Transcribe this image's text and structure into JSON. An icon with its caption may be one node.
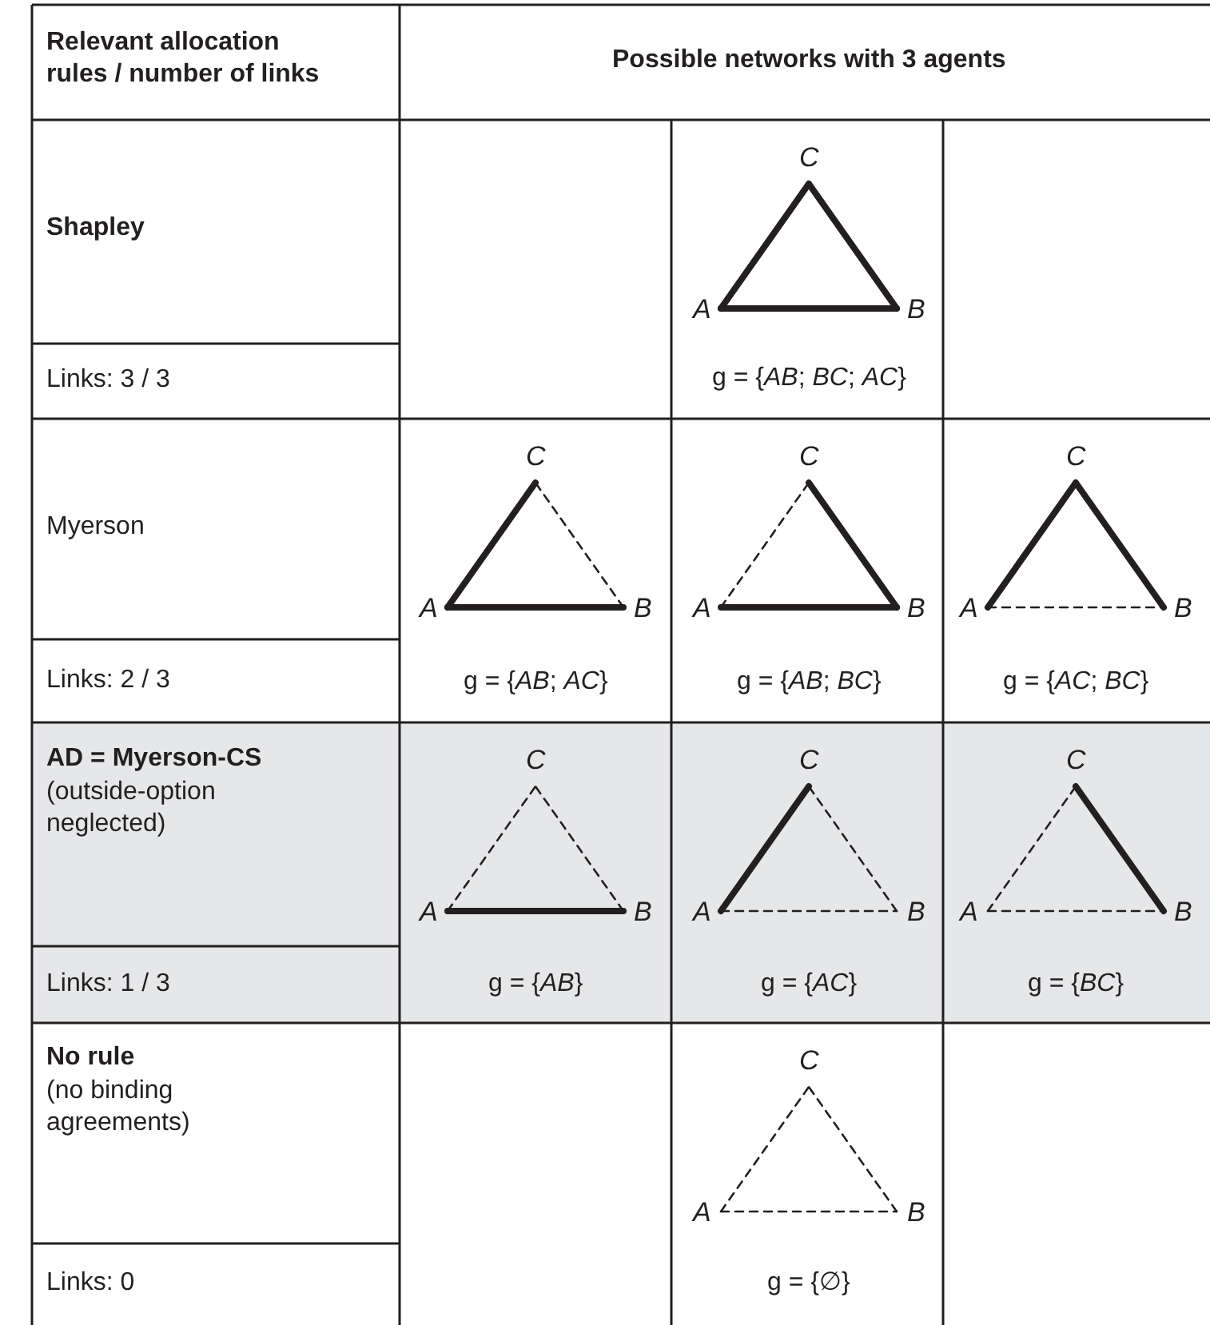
{
  "diagram": {
    "nodes": [
      {
        "text": [
          "C"
        ]
      },
      {
        "text": [
          "A"
        ]
      },
      {
        "text": [
          "B"
        ]
      },
      {
        "text": [
          "C"
        ]
      },
      {
        "text": [
          "A"
        ]
      },
      {
        "text": [
          "B"
        ]
      },
      {
        "text": [
          "C"
        ]
      },
      {
        "text": [
          "A"
        ]
      },
      {
        "text": [
          "B"
        ]
      },
      {
        "text": [
          "C"
        ]
      },
      {
        "text": [
          "A"
        ]
      },
      {
        "text": [
          "B"
        ]
      },
      {
        "text": [
          "C"
        ]
      },
      {
        "text": [
          "A"
        ]
      },
      {
        "text": [
          "B"
        ]
      },
      {
        "text": [
          "C"
        ]
      },
      {
        "text": [
          "A"
        ]
      },
      {
        "text": [
          "B"
        ]
      },
      {
        "text": [
          "C"
        ]
      },
      {
        "text": [
          "A"
        ]
      },
      {
        "text": [
          "B"
        ]
      },
      {
        "text": [
          "C"
        ]
      },
      {
        "text": [
          "A"
        ]
      },
      {
        "text": [
          "B"
        ]
      }
    ],
    "edges": [
      {
        "from": 1,
        "to": 2,
        "arrow": "none",
        "style": "thick"
      },
      {
        "from": 1,
        "to": 0,
        "arrow": "none",
        "style": "thick"
      },
      {
        "from": 2,
        "to": 0,
        "arrow": "none",
        "style": "thick"
      },
      {
        "from": 4,
        "to": 5,
        "arrow": "none",
        "style": "thick"
      },
      {
        "from": 4,
        "to": 3,
        "arrow": "none",
        "style": "thick"
      },
      {
        "from": 5,
        "to": 3,
        "arrow": "none",
        "style": "dashed"
      },
      {
        "from": 7,
        "to": 8,
        "arrow": "none",
        "style": "thick"
      },
      {
        "from": 7,
        "to": 6,
        "arrow": "none",
        "style": "dashed"
      },
      {
        "from": 8,
        "to": 6,
        "arrow": "none",
        "style": "thick"
      },
      {
        "from": 10,
        "to": 11,
        "arrow": "none",
        "style": "dashed"
      },
      {
        "from": 10,
        "to": 9,
        "arrow": "none",
        "style": "thick"
      },
      {
        "from": 11,
        "to": 9,
        "arrow": "none",
        "style": "thick"
      },
      {
        "from": 13,
        "to": 14,
        "arrow": "none",
        "style": "thick"
      },
      {
        "from": 13,
        "to": 12,
        "arrow": "none",
        "style": "dashed"
      },
      {
        "from": 14,
        "to": 12,
        "arrow": "none",
        "style": "dashed"
      },
      {
        "from": 16,
        "to": 17,
        "arrow": "none",
        "style": "dashed"
      },
      {
        "from": 16,
        "to": 15,
        "arrow": "none",
        "style": "thick"
      },
      {
        "from": 17,
        "to": 15,
        "arrow": "none",
        "style": "dashed"
      },
      {
        "from": 19,
        "to": 20,
        "arrow": "none",
        "style": "dashed"
      },
      {
        "from": 19,
        "to": 18,
        "arrow": "none",
        "style": "dashed"
      },
      {
        "from": 20,
        "to": 18,
        "arrow": "none",
        "style": "thick"
      },
      {
        "from": 22,
        "to": 23,
        "arrow": "none",
        "style": "dashed"
      },
      {
        "from": 22,
        "to": 21,
        "arrow": "none",
        "style": "dashed"
      },
      {
        "from": 23,
        "to": 21,
        "arrow": "none",
        "style": "dashed"
      }
    ],
    "labels": [
      "Relevant allocation rules / number of links",
      "Possible networks with 3 agents",
      "Shapley",
      "g = {*AB*; *BC*; *AC*}",
      "Links: 3 / 3",
      "Myerson",
      "g = {*AB*; *AC*}",
      "g = {*AB*; *BC*}",
      "g = {*AC*; *BC*}",
      "Links: 2 / 3",
      "AD = Myerson-CS",
      "(outside-option neglected)",
      "g = {*AB*}",
      "g = {*AC*}",
      "g = {*BC*}",
      "Links: 1 / 3",
      "No rule",
      "(no binding agreements)",
      "g = {∅}",
      "Links: 0"
    ]
  }
}
